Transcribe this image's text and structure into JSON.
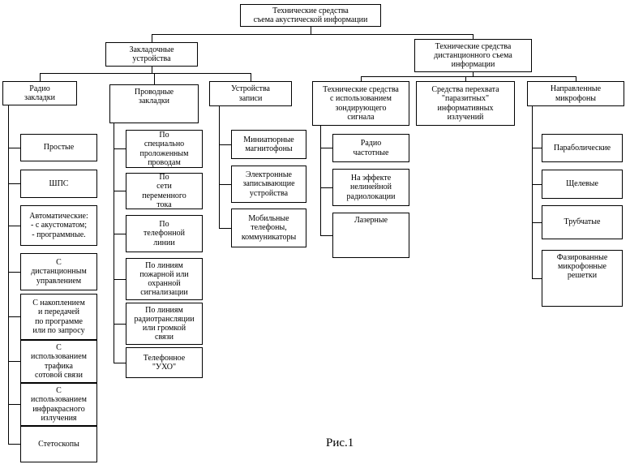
{
  "caption": "Рис.1",
  "root": "Технические средства\nсъема акустической информации",
  "branch_left": "Закладочные\nустройства",
  "branch_right": "Технические средства\nдистанционного съема\nинформации",
  "groups": {
    "radio": {
      "label": "Радио\nзакладки",
      "children": [
        "Простые",
        "ШПС",
        "Автоматические:\n- с акустоматом;\n- программные.",
        "С\nдистанционным\nуправлением",
        "С накоплением\nи передачей\nпо программе\nили по запросу",
        "С\nиспользованием\nтрафика\nсотовой связи",
        "С\nиспользованием\nинфракрасного\nизлучения",
        "Стетоскопы"
      ]
    },
    "wired": {
      "label": "Проводные\nзакладки",
      "children": [
        "По\nспециально\nпроложенным\nпроводам",
        "По\nсети\nпеременного\nтока",
        "По\nтелефонной\nлинии",
        "По линиям\nпожарной или\nохранной\nсигнализации",
        "По линиям\nрадиотрансляции\nили громкой\nсвязи",
        "Телефонное\n\"УХО\""
      ]
    },
    "recorders": {
      "label": "Устройства\nзаписи",
      "children": [
        "Миниатюрные\nмагнитофоны",
        "Электронные\nзаписывающие\nустройства",
        "Мобильные\nтелефоны,\nкоммуникаторы"
      ]
    },
    "probing": {
      "label": "Технические средства\nс использованием\nзондирующего\nсигнала",
      "children": [
        "Радио\nчастотные",
        "На эффекте\nнелинейной\nрадиолокации",
        "Лазерные"
      ]
    },
    "parasitic": {
      "label": "Средства перехвата\n\"паразитных\"\nинформативных\nизлучений"
    },
    "microphones": {
      "label": "Направленные\nмикрофоны",
      "children": [
        "Параболические",
        "Щелевые",
        "Трубчатые",
        "Фазированные\nмикрофонные\nрешетки"
      ]
    }
  }
}
